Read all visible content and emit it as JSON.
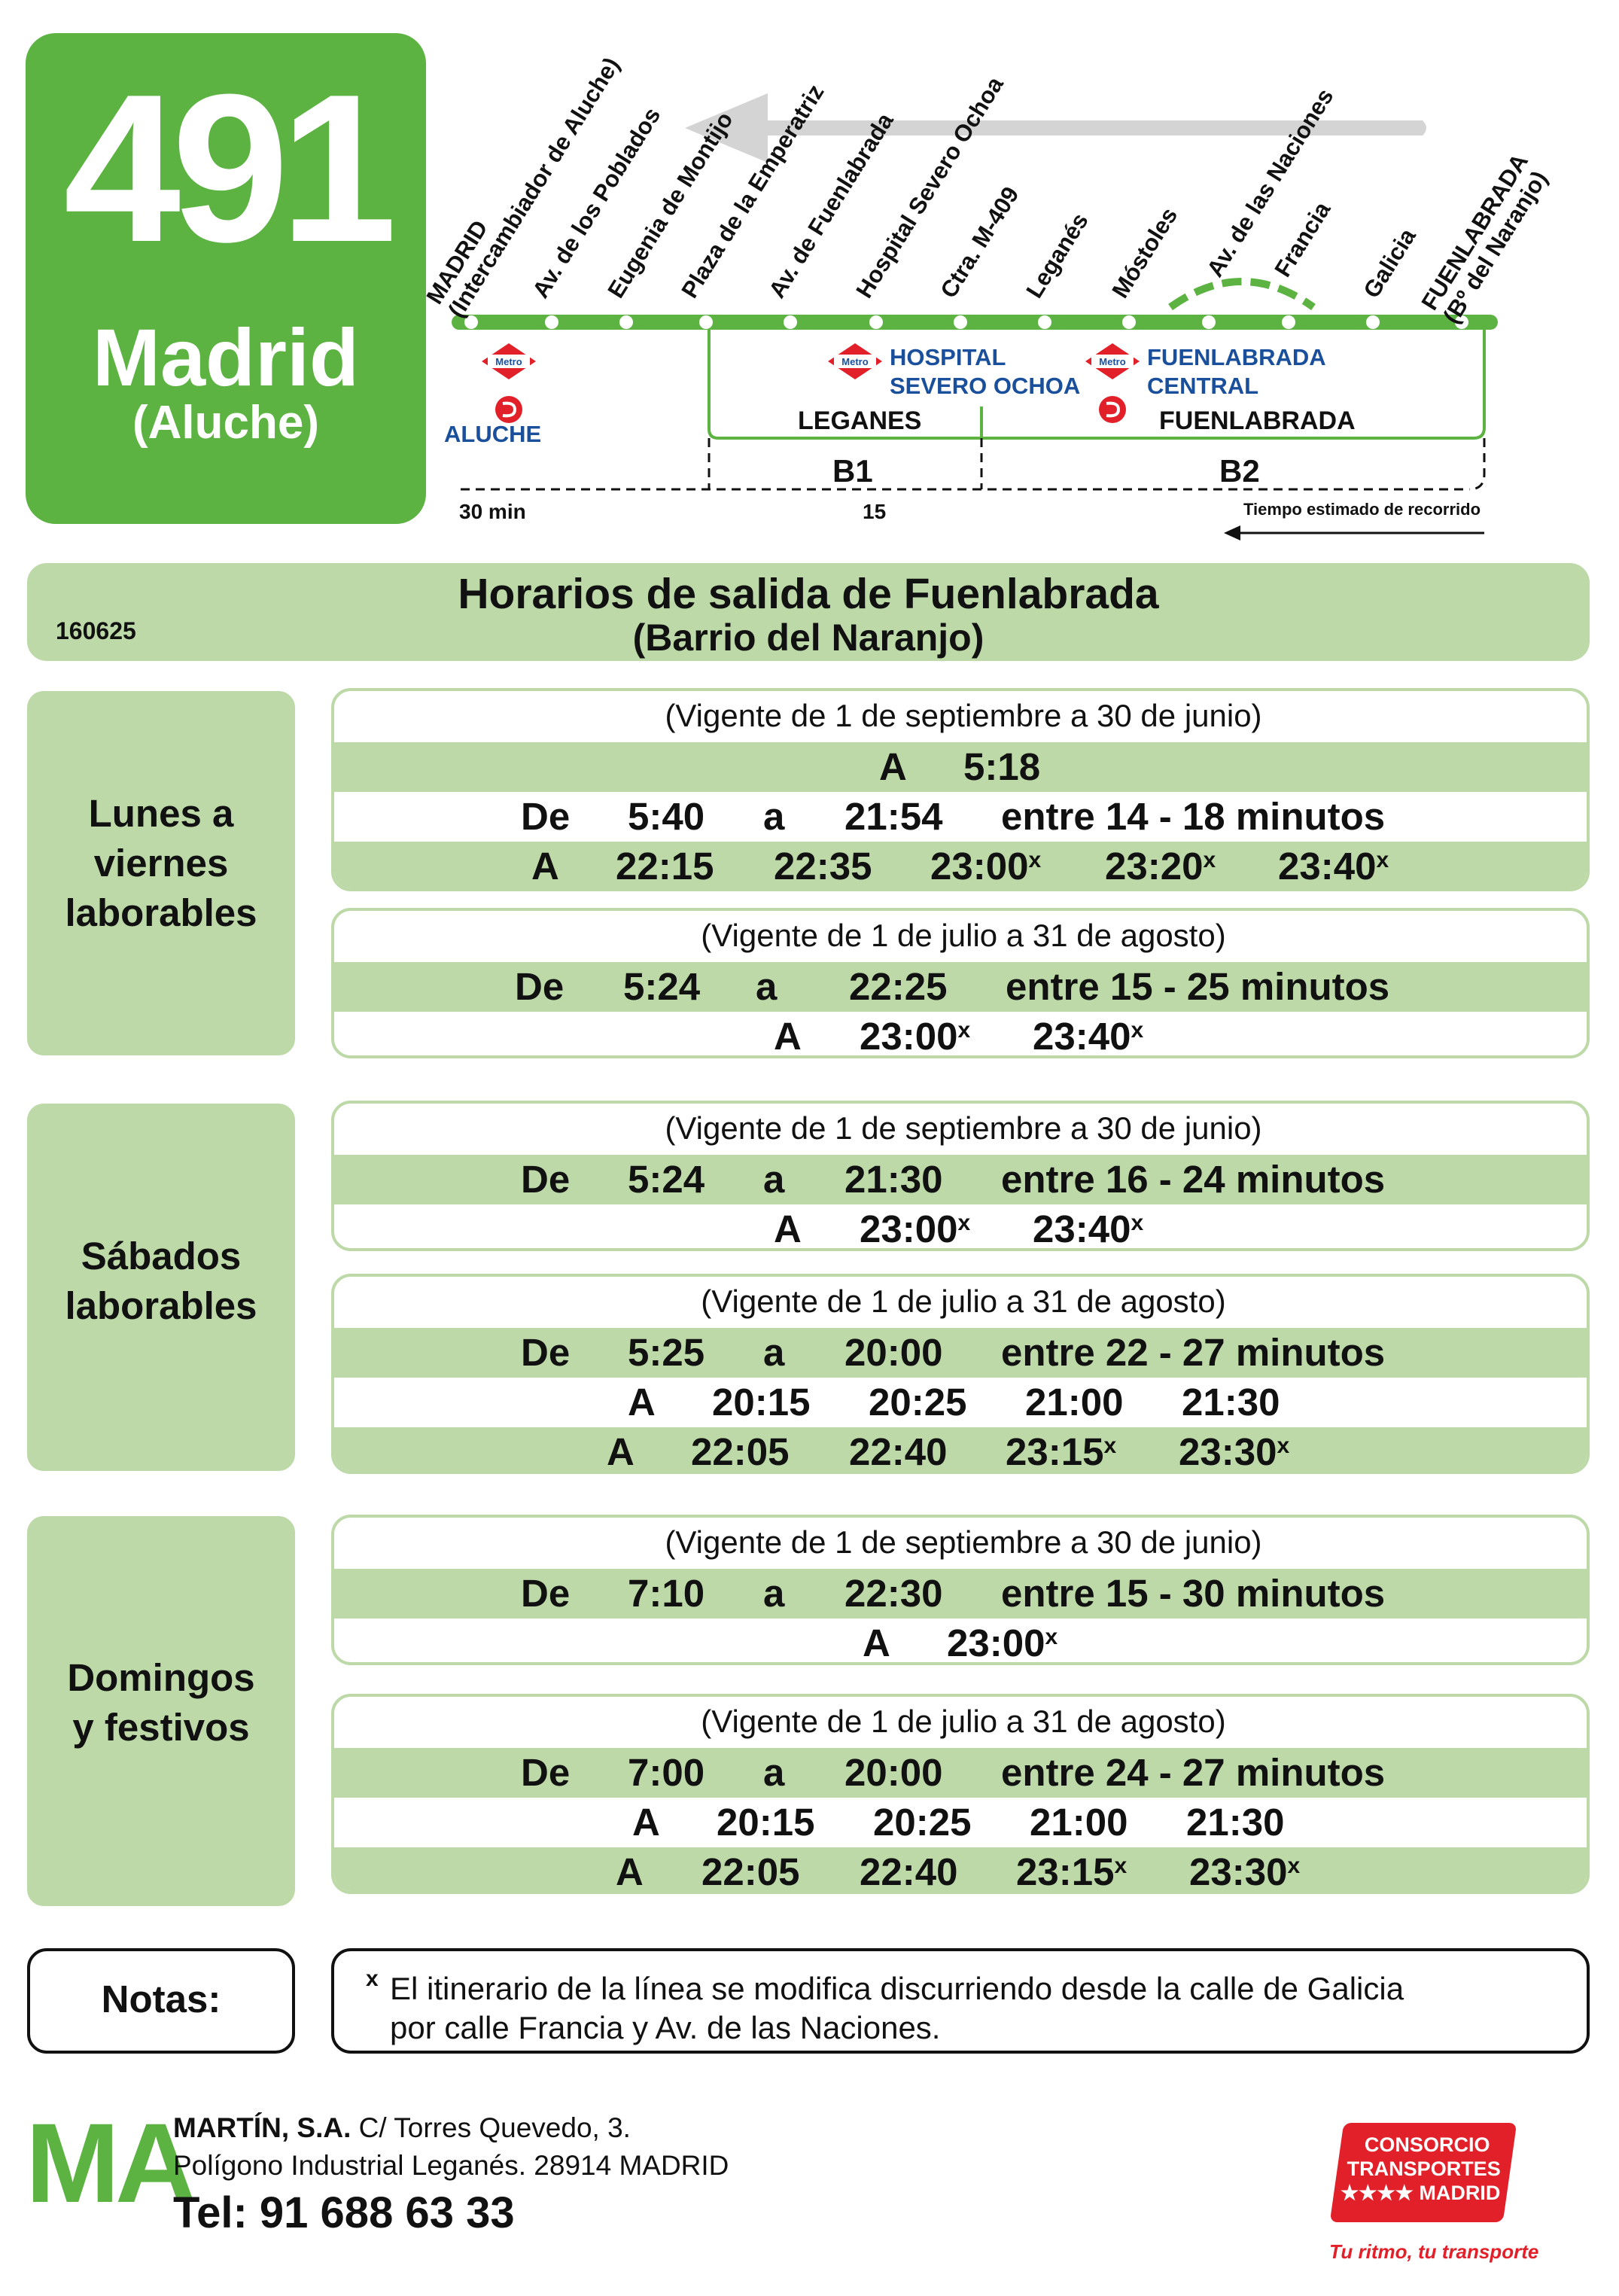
{
  "header": {
    "line_number": "491",
    "destination_city": "Madrid",
    "destination_area": "(Aluche)",
    "stops": [
      {
        "line1": "MADRID",
        "line2": "(Intercambiador de Aluche)"
      },
      {
        "line1": "Av. de los Poblados",
        "line2": ""
      },
      {
        "line1": "Eugenia de Montijo",
        "line2": ""
      },
      {
        "line1": "Plaza de la Emperatriz",
        "line2": ""
      },
      {
        "line1": "Av. de Fuenlabrada",
        "line2": ""
      },
      {
        "line1": "Hospital Severo Ochoa",
        "line2": ""
      },
      {
        "line1": "Ctra. M-409",
        "line2": ""
      },
      {
        "line1": "Leganés",
        "line2": ""
      },
      {
        "line1": "Móstoles",
        "line2": ""
      },
      {
        "line1": "Av. de las Naciones",
        "line2": ""
      },
      {
        "line1": "Francia",
        "line2": ""
      },
      {
        "line1": "Galicia",
        "line2": ""
      },
      {
        "line1": "FUENLABRADA",
        "line2": "(Bº del Naranjo)"
      }
    ],
    "metro_label": "Metro",
    "aluche_label": "ALUCHE",
    "hospital_label_1": "HOSPITAL",
    "hospital_label_2": "SEVERO OCHOA",
    "fuenlabrada_label_1": "FUENLABRADA",
    "fuenlabrada_label_2": "CENTRAL",
    "zone_leganes": "LEGANES",
    "zone_fuenlabrada": "FUENLABRADA",
    "fare_b1": "B1",
    "fare_b2": "B2",
    "time_30": "30 min",
    "time_15": "15",
    "time_note": "Tiempo estimado de recorrido",
    "line_color": "#5db342",
    "light_color": "#bcd9a7"
  },
  "title": {
    "line1": "Horarios de salida de Fuenlabrada",
    "line2": "(Barrio del Naranjo)",
    "code": "160625"
  },
  "weekdays": {
    "label_1": "Lunes a",
    "label_2": "viernes",
    "label_3": "laborables",
    "winter_header": "(Vigente de 1 de septiembre a 30 de junio)",
    "w_r1": {
      "a": "A",
      "t": "5:18"
    },
    "w_r2": {
      "de": "De",
      "from": "5:40",
      "a": "a",
      "to": "21:54",
      "freq": "entre 14 - 18 minutos"
    },
    "w_r3": {
      "a": "A",
      "t1": "22:15",
      "t2": "22:35",
      "t3": "23:00",
      "t4": "23:20",
      "t5": "23:40"
    },
    "summer_header": "(Vigente de 1 de julio a 31 de agosto)",
    "s_r1": {
      "de": "De",
      "from": "5:24",
      "a": "a",
      "to": "22:25",
      "freq": "entre 15 - 25 minutos"
    },
    "s_r2": {
      "a": "A",
      "t1": "23:00",
      "t2": "23:40"
    }
  },
  "saturdays": {
    "label_1": "Sábados",
    "label_2": "laborables",
    "winter_header": "(Vigente de 1 de septiembre a 30 de junio)",
    "w_r1": {
      "de": "De",
      "from": "5:24",
      "a": "a",
      "to": "21:30",
      "freq": "entre 16 - 24 minutos"
    },
    "w_r2": {
      "a": "A",
      "t1": "23:00",
      "t2": "23:40"
    },
    "summer_header": "(Vigente de 1 de julio a 31 de agosto)",
    "s_r1": {
      "de": "De",
      "from": "5:25",
      "a": "a",
      "to": "20:00",
      "freq": "entre 22 - 27 minutos"
    },
    "s_r2": {
      "a": "A",
      "t1": "20:15",
      "t2": "20:25",
      "t3": "21:00",
      "t4": "21:30"
    },
    "s_r3": {
      "a": "A",
      "t1": "22:05",
      "t2": "22:40",
      "t3": "23:15",
      "t4": "23:30"
    }
  },
  "sundays": {
    "label_1": "Domingos",
    "label_2": "y festivos",
    "winter_header": "(Vigente de 1 de septiembre a 30 de junio)",
    "w_r1": {
      "de": "De",
      "from": "7:10",
      "a": "a",
      "to": "22:30",
      "freq": "entre 15 - 30 minutos"
    },
    "w_r2": {
      "a": "A",
      "t1": "23:00"
    },
    "summer_header": "(Vigente de 1 de julio a 31 de agosto)",
    "s_r1": {
      "de": "De",
      "from": "7:00",
      "a": "a",
      "to": "20:00",
      "freq": "entre 24 - 27 minutos"
    },
    "s_r2": {
      "a": "A",
      "t1": "20:15",
      "t2": "20:25",
      "t3": "21:00",
      "t4": "21:30"
    },
    "s_r3": {
      "a": "A",
      "t1": "22:05",
      "t2": "22:40",
      "t3": "23:15",
      "t4": "23:30"
    }
  },
  "mark": "x",
  "notes": {
    "label": "Notas:",
    "mark": "x",
    "line1": "El itinerario de la línea se modifica discurriendo desde la calle de Galicia",
    "line2": "por calle Francia y Av. de las Naciones."
  },
  "footer": {
    "logo": "MA",
    "company_bold": "MARTÍN, S.A.",
    "company_address": " C/ Torres Quevedo, 3.",
    "address_2": "Polígono Industrial Leganés. 28914 MADRID",
    "phone": "Tel: 91 688 63 33",
    "ctm_1": "CONSORCIO",
    "ctm_2": "TRANSPORTES",
    "ctm_3": "★★★★ MADRID",
    "slogan": "Tu ritmo, tu transporte",
    "ctm_color": "#e2202a"
  }
}
